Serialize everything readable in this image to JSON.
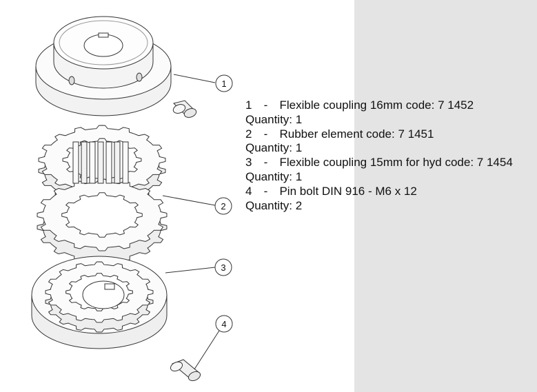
{
  "callouts": [
    "1",
    "2",
    "3",
    "4"
  ],
  "parts": [
    {
      "number": "1",
      "dash": "-",
      "description": "Flexible coupling 16mm code: 7 1452",
      "quantity": "Quantity: 1"
    },
    {
      "number": "2",
      "dash": "-",
      "description": "Rubber element  code: 7 1451",
      "quantity": "Quantity: 1"
    },
    {
      "number": "3",
      "dash": "-",
      "description": "Flexible coupling 15mm for hyd code: 7 1454",
      "quantity": "Quantity: 1"
    },
    {
      "number": "4",
      "dash": "-",
      "description": "Pin bolt  DIN 916 - M6 x 12",
      "quantity": "Quantity: 2"
    }
  ]
}
